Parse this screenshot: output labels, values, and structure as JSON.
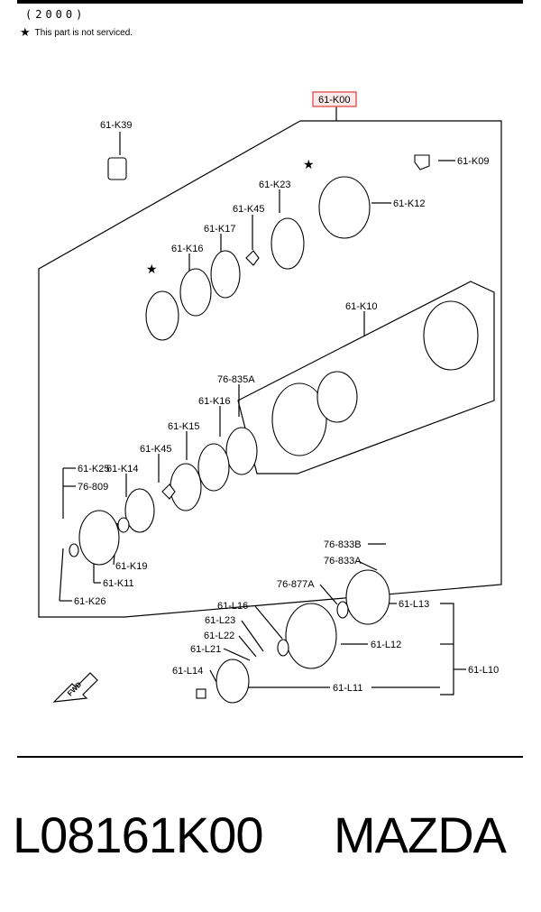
{
  "header": {
    "year": "(2000)",
    "note_symbol": "★",
    "note_text": "This part is not serviced."
  },
  "labels": {
    "k00": "61-K00",
    "k39": "61-K39",
    "k09": "61-K09",
    "k23": "61-K23",
    "k12": "61-K12",
    "k45a": "61-K45",
    "k17": "61-K17",
    "k16a": "61-K16",
    "k10": "61-K10",
    "a835": "76-835A",
    "k16b": "61-K16",
    "k15": "61-K15",
    "k45b": "61-K45",
    "k25": "61-K25",
    "k14": "61-K14",
    "v809": "76-809",
    "k19": "61-K19",
    "k11": "61-K11",
    "k26": "61-K26",
    "b833": "76-833B",
    "a833": "76-833A",
    "a877": "76-877A",
    "l16": "61-L16",
    "l13": "61-L13",
    "l23": "61-L23",
    "l22": "61-L22",
    "l12": "61-L12",
    "l21": "61-L21",
    "l10": "61-L10",
    "l14": "61-L14",
    "l11": "61-L11",
    "fwd": "FWD"
  },
  "highlight_color": "#e23a3a",
  "footer": {
    "part_number": "L08161K00",
    "brand": "MAZDA"
  }
}
